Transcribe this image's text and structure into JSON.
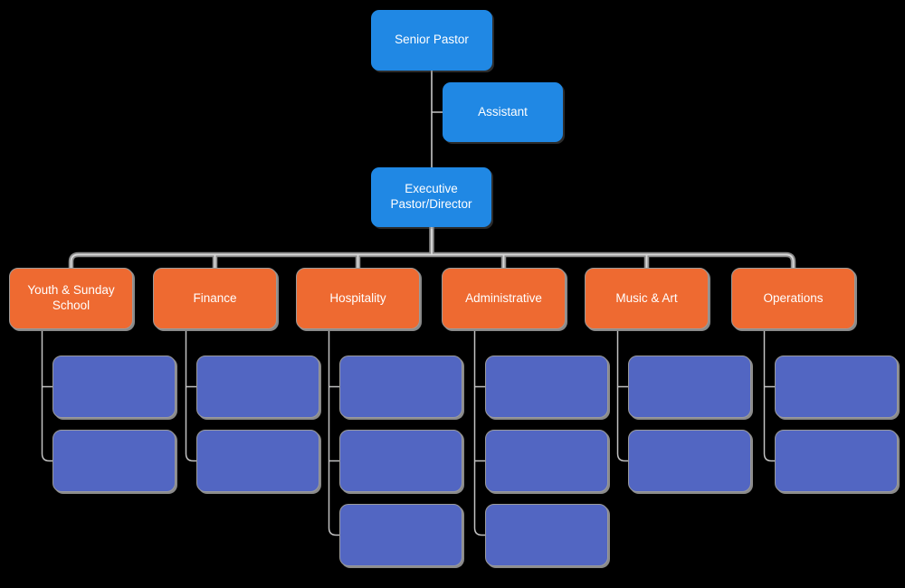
{
  "colors": {
    "background": "#000000",
    "leadership_box": "#2088e4",
    "department_box": "#ee6a31",
    "staff_box": "#5266c2",
    "box_border": "#9b9b9b",
    "connector_thin": "#c6c6c6",
    "connector_pipe_dark": "#8e8e8e",
    "connector_pipe_light": "#d9d9d9",
    "label_text": "#ffffff"
  },
  "leadership": {
    "senior_pastor": {
      "label": "Senior Pastor"
    },
    "assistant": {
      "label": "Assistant"
    },
    "executive_pastor": {
      "label": "Executive Pastor/Director"
    }
  },
  "departments": [
    {
      "label": "Youth & Sunday School",
      "staff_count": 2
    },
    {
      "label": "Finance",
      "staff_count": 2
    },
    {
      "label": "Hospitality",
      "staff_count": 3
    },
    {
      "label": "Administrative",
      "staff_count": 3
    },
    {
      "label": "Music & Art",
      "staff_count": 2
    },
    {
      "label": "Operations",
      "staff_count": 2
    }
  ]
}
